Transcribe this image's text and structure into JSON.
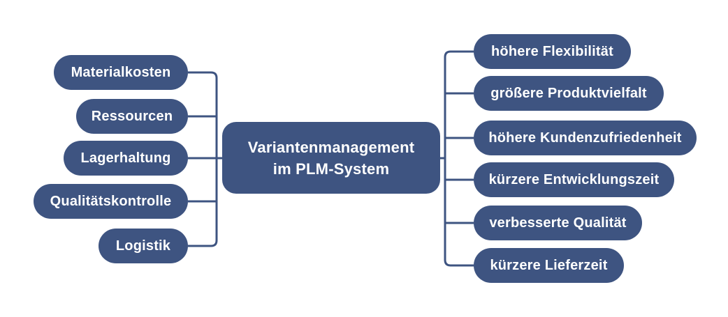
{
  "diagram": {
    "center": {
      "title_line1": "Variantenmanagement",
      "title_line2": "im PLM-System"
    },
    "left_items": [
      {
        "label": "Materialkosten"
      },
      {
        "label": "Ressourcen"
      },
      {
        "label": "Lagerhaltung"
      },
      {
        "label": "Qualitätskontrolle"
      },
      {
        "label": "Logistik"
      }
    ],
    "right_items": [
      {
        "label": "höhere Flexibilität"
      },
      {
        "label": "größere Produktvielfalt"
      },
      {
        "label": "höhere Kundenzufriedenheit"
      },
      {
        "label": "kürzere Entwicklungszeit"
      },
      {
        "label": "verbesserte Qualität"
      },
      {
        "label": "kürzere Lieferzeit"
      }
    ],
    "colors": {
      "node_fill": "#3e5481",
      "node_text": "#ffffff",
      "connector": "#3e5481",
      "background": "#ffffff"
    }
  }
}
